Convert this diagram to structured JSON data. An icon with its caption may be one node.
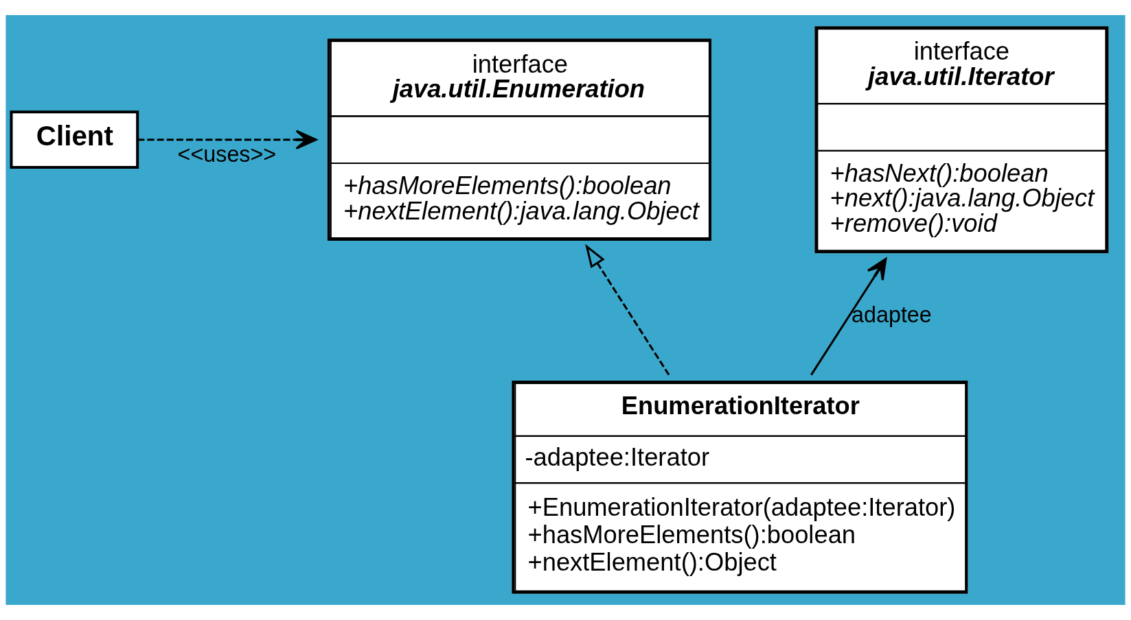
{
  "diagram": {
    "nodes": [
      {
        "text": [
          "Client"
        ]
      },
      {
        "text": [
          "interface",
          "java.util.Enumeration",
          "+hasMoreElements():boolean",
          "+nextElement():java.lang.Object"
        ]
      },
      {
        "text": [
          "interface",
          "java.util.Iterator",
          "+hasNext():boolean",
          "+next():java.lang.Object",
          "+remove():void"
        ]
      },
      {
        "text": [
          "EnumerationIterator",
          "-adaptee:Iterator",
          "+EnumerationIterator(adaptee:Iterator)",
          "+hasMoreElements():boolean",
          "+nextElement():Object"
        ]
      }
    ],
    "edges": [
      {
        "from": 0,
        "to": 1,
        "arrow": "to",
        "style": "dashed",
        "label": "<<uses>>"
      },
      {
        "from": 3,
        "to": 1,
        "arrow": "to",
        "style": "dashed"
      },
      {
        "from": 3,
        "to": 2,
        "arrow": "to",
        "label": "adaptee"
      }
    ]
  }
}
